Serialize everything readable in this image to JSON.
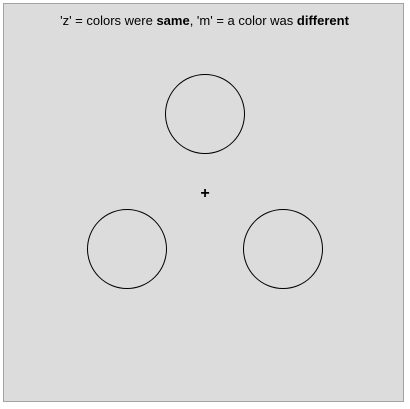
{
  "instructions": {
    "part1": "'z' = colors were ",
    "same": "same",
    "part2": ", 'm' = a color was ",
    "different": "different"
  },
  "fixation_symbol": "+",
  "circles": [
    {
      "name": "top",
      "fill": "none"
    },
    {
      "name": "bottom-left",
      "fill": "none"
    },
    {
      "name": "bottom-right",
      "fill": "none"
    }
  ],
  "colors": {
    "background": "#dcdcdc",
    "border": "#a3a3a3",
    "stroke": "#000000"
  }
}
